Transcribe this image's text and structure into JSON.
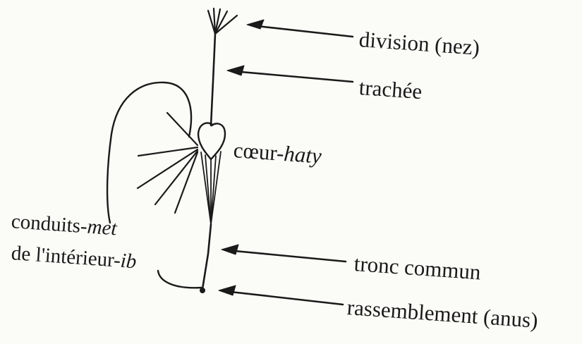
{
  "labels": {
    "division": "division (nez)",
    "trachee": "trachée",
    "coeur_prefix": "cœur-",
    "coeur_italic": "haty",
    "conduits_prefix": "conduits-",
    "conduits_italic": "met",
    "interieur_prefix": "de l'intérieur-",
    "interieur_italic": "ib",
    "tronc": "tronc commun",
    "rassemblement": "rassemblement (anus)"
  },
  "colors": {
    "ink": "#1a1a1a",
    "paper": "#fbfbf8"
  }
}
